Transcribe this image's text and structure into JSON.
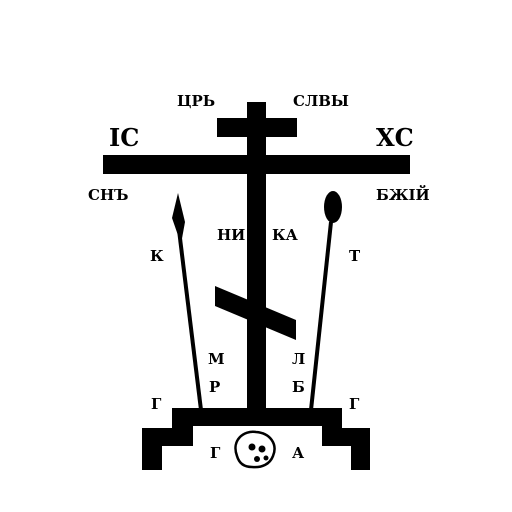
{
  "colors": {
    "ink": "#000000",
    "paper": "#ffffff"
  },
  "icon": "orthodox-calvary-cross-icon",
  "inscriptions": {
    "top_left": "ЦРЬ",
    "top_right": "СЛВЫ",
    "left_name": "ІС",
    "right_name": "ХС",
    "left_title": "СНЪ",
    "right_title": "БЖІЙ",
    "nika_left": "НИ",
    "nika_right": "КА",
    "spear": "К",
    "reed": "Т",
    "ml_left": "М",
    "ml_right": "Л",
    "rb_left": "Р",
    "rb_right": "Б",
    "gg_left": "Г",
    "gg_right": "Г",
    "ga_left": "Г",
    "ga_right": "А"
  }
}
